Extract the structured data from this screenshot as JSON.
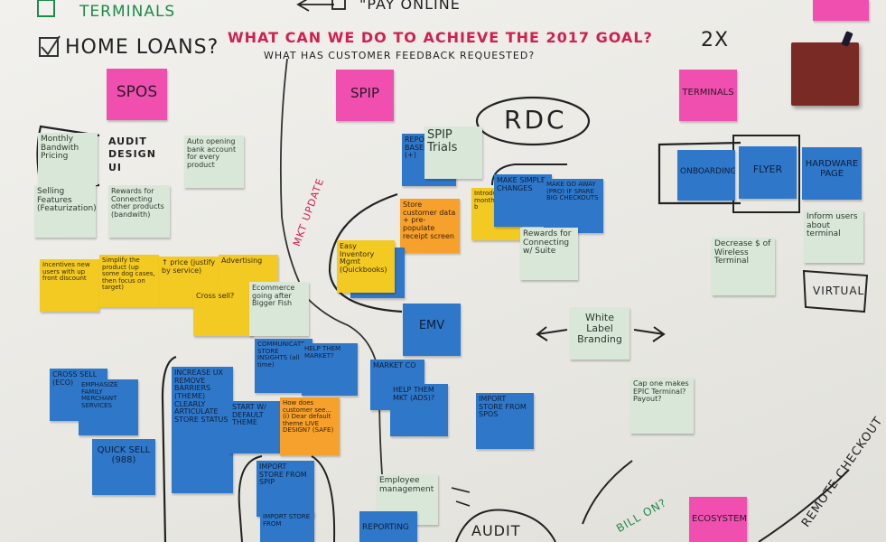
{
  "headings": {
    "terminals_check": "TERMINALS",
    "pay_online": "\"PAY ONLINE",
    "home_loans": "HOME LOANS?",
    "main_question": "WHAT CAN WE DO TO ACHIEVE THE 2017 GOAL?",
    "sub_question": "WHAT HAS CUSTOMER FEEDBACK REQUESTED?",
    "multiplier": "2X",
    "rdc": "RDC",
    "audit_design": "AUDIT DESIGN UI",
    "mkt_update": "MKT UPDATE",
    "audit_bottom": "AUDIT",
    "remote_checkout": "REMOTE CHECKOUT",
    "virtual": "VIRTUAL",
    "green_bottom": "BILL ON?"
  },
  "notes": {
    "spos": "SPOS",
    "spip": "SPIP",
    "terminals": "TERMINALS",
    "top_right_pink": "",
    "monthly_bandwidth": "Monthly Bandwith Pricing",
    "auto_opening": "Auto opening bank account for every product",
    "selling_features": "Selling Features (Featurization)",
    "rewards_connecting": "Rewards for Connecting other products (bandwith)",
    "incentives": "Incentives new users with up front discount",
    "simplify_product": "Simplify the product (up some dog cases, then focus on target)",
    "price_justify": "↑ price (justify by service)",
    "advertising": "Advertising",
    "cross_sell_y": "Cross sell?",
    "ecommerce": "Ecommerce going after Bigger Fish",
    "spip_trials": "SPIP Trials",
    "blue_behind_trials": "REPORT BASED TO (+)",
    "store_customer_data": "Store customer data + pre-populate receipt screen",
    "easy_inventory": "Easy Inventory Mgmt (Quickbooks)",
    "monthly_y": "Introduce monthly pay b",
    "make_simple": "MAKE SIMPLE CHANGES",
    "make_go_away": "MAKE GO AWAY (PRO) IF SPARE BIG CHECKOUTS",
    "rewards_suite": "Rewards for Connecting w/ Suite",
    "onboarding": "ONBOARDING",
    "flyer": "FLYER",
    "hardware_page": "HARDWARE PAGE",
    "inform_users": "Inform users about terminal",
    "decrease_terminal": "Decrease $ of Wireless Terminal",
    "emv": "EMV",
    "white_label": "White Label Branding",
    "communicate_store": "COMMUNICATE STORE INSIGHTS (all time)",
    "help_them_market": "HELP THEM MARKET?",
    "market_co": "MARKET CO",
    "help_them_mkt": "HELP THEM MKT (ADS)?",
    "import_spos": "IMPORT STORE FROM SPOS",
    "cross_sell_blue": "CROSS SELL (ECO)",
    "emphasize": "EMPHASIZE FAMILY MERCHANT SERVICES",
    "quick_sell": "QUICK SELL (988)",
    "increase_ux": "INCREASE UX REMOVE BARRIERS (THEME) CLEARLY ARTICULATE STORE STATUS",
    "start_default_theme": "START W/ DEFAULT THEME",
    "how_does_customer": "How does customer see... (i) Dear default theme LIVE DESIGN? (SAFE)",
    "import_spip": "IMPORT STORE FROM SPIP",
    "import_store_from": "IMPORT STORE FROM",
    "employee_mgmt": "Employee management",
    "reporting": "REPORTING",
    "cap_one": "Cap one makes EPIC Terminal? Payout?",
    "ecosystem": "ECOSYSTEM"
  }
}
